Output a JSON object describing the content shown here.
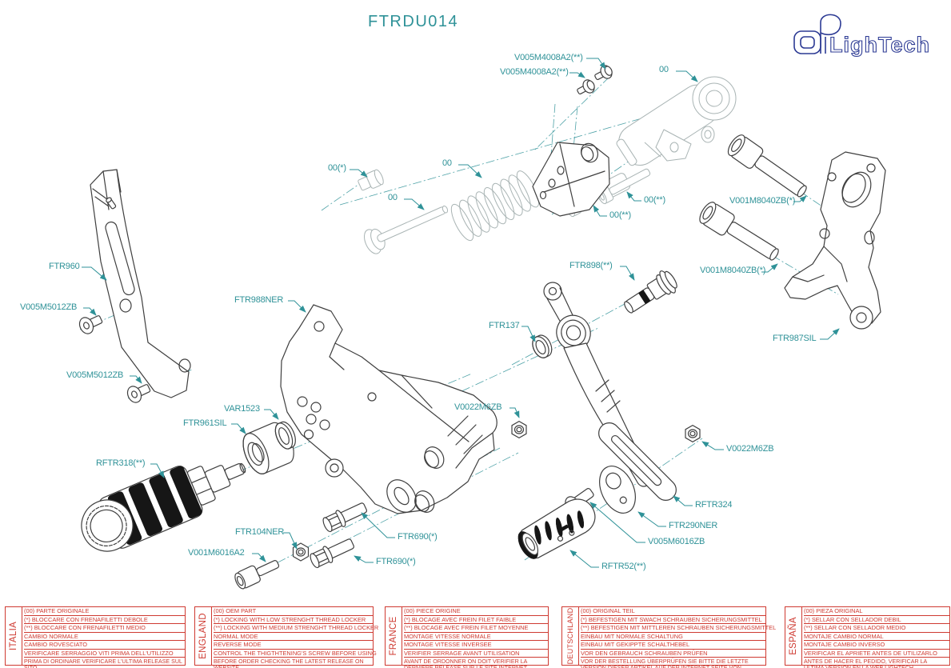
{
  "title": "FTRDU014",
  "logo": {
    "text": "LighTech"
  },
  "colors": {
    "label_teal": "#2f9298",
    "table_red": "#cf3a31",
    "logo_blue": "#2c3a94",
    "part_dark_line": "#3f3f3f",
    "oem_light_line": "#a9b4b4"
  },
  "labels": [
    {
      "id": "v005m4008a2-1",
      "text": "V005M4008A2(**)"
    },
    {
      "id": "v005m4008a2-2",
      "text": "V005M4008A2(**)"
    },
    {
      "id": "oo-master-cylinder",
      "text": "00"
    },
    {
      "id": "oo-pin",
      "text": "00(*)"
    },
    {
      "id": "oo-spring",
      "text": "00"
    },
    {
      "id": "oo-rod",
      "text": "00"
    },
    {
      "id": "oo-bolt-1",
      "text": "00(**)"
    },
    {
      "id": "oo-bolt-2",
      "text": "00(**)"
    },
    {
      "id": "v001m8040zb-1",
      "text": "V001M8040ZB(*)"
    },
    {
      "id": "v001m8040zb-2",
      "text": "V001M8040ZB(*)"
    },
    {
      "id": "ftr960",
      "text": "FTR960"
    },
    {
      "id": "v005m5012zb-1",
      "text": "V005M5012ZB"
    },
    {
      "id": "v005m5012zb-2",
      "text": "V005M5012ZB"
    },
    {
      "id": "ftr988ner",
      "text": "FTR988NER"
    },
    {
      "id": "ftr898",
      "text": "FTR898(**)"
    },
    {
      "id": "ftr137",
      "text": "FTR137"
    },
    {
      "id": "ftr987sil",
      "text": "FTR987SIL"
    },
    {
      "id": "var1523",
      "text": "VAR1523"
    },
    {
      "id": "ftr961sil",
      "text": "FTR961SIL"
    },
    {
      "id": "v0022m6zb-1",
      "text": "V0022M6ZB"
    },
    {
      "id": "rftr318",
      "text": "RFTR318(**)"
    },
    {
      "id": "v0022m6zb-2",
      "text": "V0022M6ZB"
    },
    {
      "id": "rftr324",
      "text": "RFTR324"
    },
    {
      "id": "ftr290ner",
      "text": "FTR290NER"
    },
    {
      "id": "v005m6016zb",
      "text": "V005M6016ZB"
    },
    {
      "id": "ftr104ner",
      "text": "FTR104NER"
    },
    {
      "id": "v001m6016a2",
      "text": "V001M6016A2"
    },
    {
      "id": "ftr690-1",
      "text": "FTR690(*)"
    },
    {
      "id": "ftr690-2",
      "text": "FTR690(*)"
    },
    {
      "id": "rftr52",
      "text": "RFTR52(**)"
    }
  ],
  "tables": [
    {
      "lang": "ITALIA",
      "rows": [
        "(00) PARTE ORIGINALE",
        "(*)   BLOCCARE CON FRENAFILETTI DEBOLE",
        "(**)  BLOCCARE CON FRENAFILETTI MEDIO",
        "CAMBIO NORMALE",
        "CAMBIO ROVESCIATO",
        "VERIFICARE SERRAGGIO VITI PRIMA DELL'UTILIZZO"
      ],
      "note": "PRIMA DI ORDINARE VERIFICARE L'ULTIMA RELEASE SUL SITO"
    },
    {
      "lang": "ENGLAND",
      "rows": [
        "(00) OEM PART",
        "(*)   LOCKING WITH LOW STRENGHT THREAD LOCKER",
        "(**)  LOCKING WITH MEDIUM STRENGHT THREAD LOCKER",
        "NORMAL MODE",
        "REVERSE MODE",
        "CONTROL THE THIGTHTENING'S SCREW BEFORE USING"
      ],
      "note": "BEFORE ORDER CHECKING THE LATEST RELEASE ON WEBSITE"
    },
    {
      "lang": "FRANCE",
      "rows": [
        "(00) PIECE ORIGINE",
        "(*)   BLOCAGE AVEC FREIN FILET FAIBLE",
        "(**)  BLOCAGE AVEC FREIN FILET MOYENNE",
        "MONTAGE VITESSE NORMALE",
        "MONTAGE VITESSE INVERSEE",
        "VERIFIER SERRAGE AVANT UTILISATION"
      ],
      "note": "AVANT DE ORDONNER ON DOIT VERIFIER LA DERNIERE RELEASE SUR LE SITE INTERNET"
    },
    {
      "lang": "DEUTSCHLAND",
      "rows": [
        "(00) ORIGINAL TEIL",
        "(*)   BEFESTIGEN MIT SWACH SCHRAUBEN SICHERUNGSMITTEL",
        "(**)  BEFESTIGEN MIT MITTLEREN SCHRAUBEN SICHERUNGSMITTEL",
        "EINBAU MIT NORMALE SCHALTUNG",
        "EINBAU MIT GEKIPPTE SCHALTHEBEL",
        "VOR DEN GEBRAUCH SCHRAUBEN PRÜFEN"
      ],
      "note": "VOR DER BESTELLUNG ÜBERPRÜFEN SIE BITTE DIE LETZTE VERSION DIESER ARTIKEL AUF DER INTERNET SEITE VON LIGHTECH"
    },
    {
      "lang": "ESPAÑA",
      "rows": [
        "(00) PIEZA ORIGINAL",
        "(*)   SELLAR CON SELLADOR DEBIL",
        "(**)  SELLAR CON SELLADOR MEDIO",
        "MONTAJE  CAMBIO NORMAL",
        "MONTAJE CAMBIO INVERSO",
        "VERIFICAR EL APRIETE ANTES DE UTILIZARLO"
      ],
      "note": "ANTES DE HACER EL PEDIDO, VERIFICAR LA ULTIMA VERSION EN LA WEB LIGHTECH"
    }
  ]
}
